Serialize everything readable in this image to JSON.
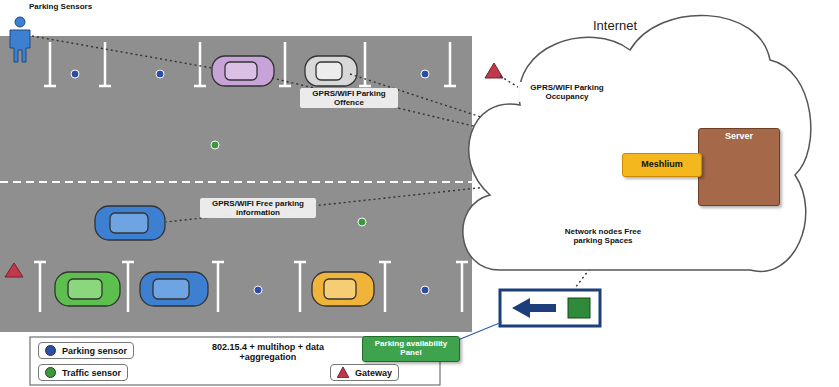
{
  "diagram": {
    "nodes": [
      {
        "text": [
          "Internet"
        ]
      },
      {
        "text": [
          "Server"
        ],
        "in": 0
      },
      {
        "text": [
          "Meshlium"
        ],
        "in": 0
      },
      {
        "text": [
          "Parking availability Panel"
        ]
      }
    ],
    "labels": [
      "Parking Sensors",
      "GPRS/WIFI Parking Offence",
      "GPRS/WIFI Parking Occupancy",
      "GPRS/WIFI Free parking information",
      "Network nodes Free parking Spaces",
      "802.15.4 + multihop + data +aggregation"
    ],
    "legend": [
      {
        "text": "Parking sensor",
        "color": "#2b4fa8"
      },
      {
        "text": "Traffic sensor",
        "color": "#3a9a3a"
      },
      {
        "text": "Gateway"
      }
    ]
  }
}
